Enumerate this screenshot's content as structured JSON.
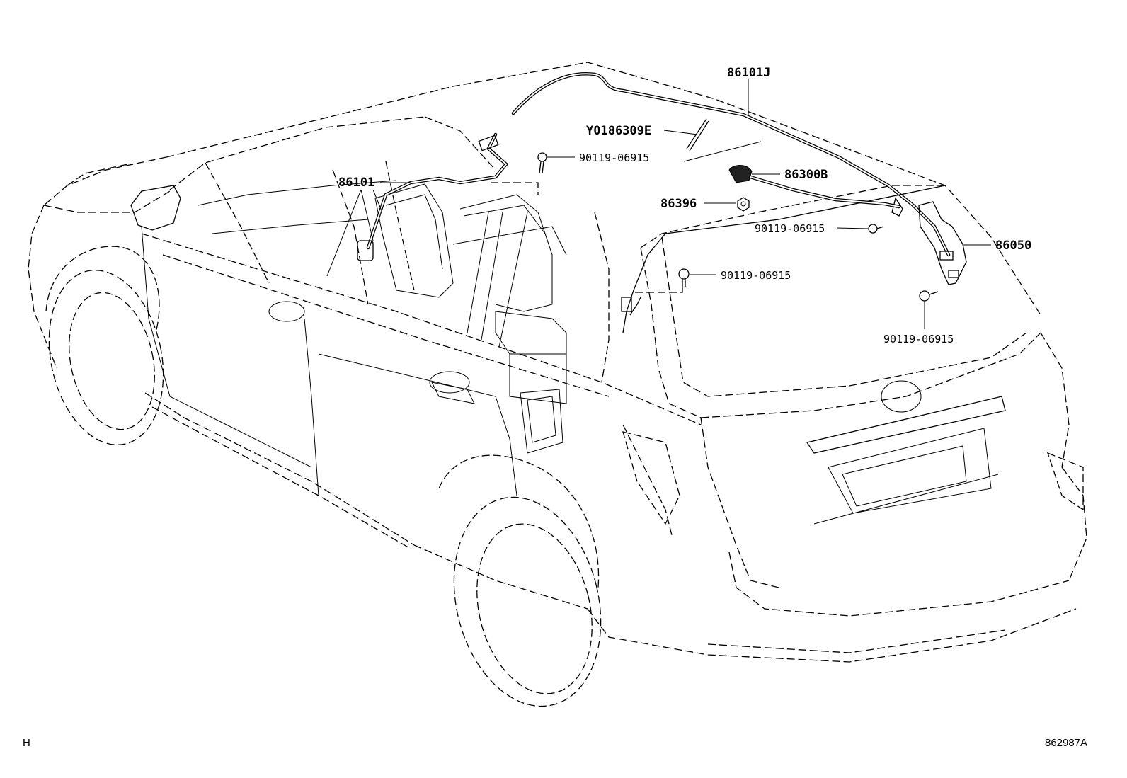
{
  "labels": {
    "p86101J": "86101J",
    "pY0186309E": "Y0186309E",
    "p90119_a": "90119-06915",
    "p86101": "86101",
    "p86300B": "86300B",
    "p86396": "86396",
    "p90119_b": "90119-06915",
    "p86050": "86050",
    "p90119_c": "90119-06915",
    "p90119_d": "90119-06915"
  },
  "corner": {
    "left": "H",
    "right": "862987A"
  }
}
